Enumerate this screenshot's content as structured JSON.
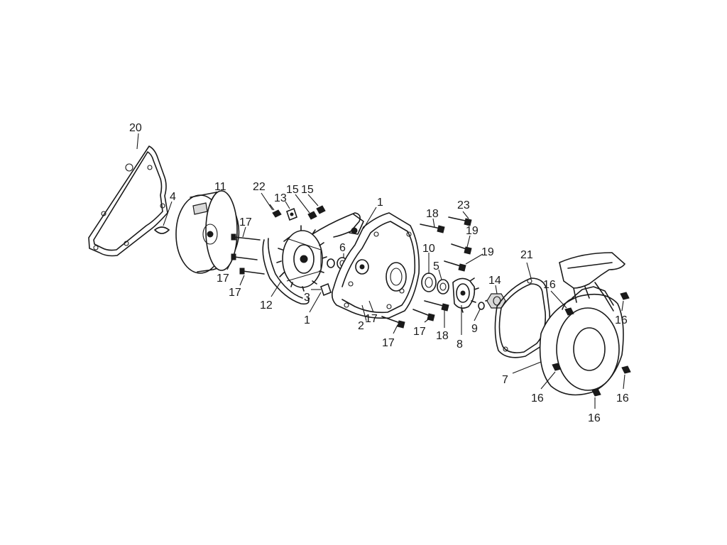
{
  "diagram": {
    "callouts": [
      {
        "id": "c20",
        "text": "20"
      },
      {
        "id": "c4",
        "text": "4"
      },
      {
        "id": "c11",
        "text": "11"
      },
      {
        "id": "c22",
        "text": "22"
      },
      {
        "id": "c13",
        "text": "13"
      },
      {
        "id": "c15a",
        "text": "15"
      },
      {
        "id": "c15b",
        "text": "15"
      },
      {
        "id": "c17a",
        "text": "17"
      },
      {
        "id": "c17b",
        "text": "17"
      },
      {
        "id": "c17c",
        "text": "17"
      },
      {
        "id": "c12",
        "text": "12"
      },
      {
        "id": "c3",
        "text": "3"
      },
      {
        "id": "c1a",
        "text": "1"
      },
      {
        "id": "c1b",
        "text": "1"
      },
      {
        "id": "c6",
        "text": "6"
      },
      {
        "id": "c2",
        "text": "2"
      },
      {
        "id": "c17d",
        "text": "17"
      },
      {
        "id": "c17e",
        "text": "17"
      },
      {
        "id": "c17f",
        "text": "17"
      },
      {
        "id": "c18a",
        "text": "18"
      },
      {
        "id": "c18b",
        "text": "18"
      },
      {
        "id": "c23",
        "text": "23"
      },
      {
        "id": "c19a",
        "text": "19"
      },
      {
        "id": "c19b",
        "text": "19"
      },
      {
        "id": "c10",
        "text": "10"
      },
      {
        "id": "c5",
        "text": "5"
      },
      {
        "id": "c8",
        "text": "8"
      },
      {
        "id": "c9",
        "text": "9"
      },
      {
        "id": "c14",
        "text": "14"
      },
      {
        "id": "c21",
        "text": "21"
      },
      {
        "id": "c7",
        "text": "7"
      },
      {
        "id": "c16a",
        "text": "16"
      },
      {
        "id": "c16b",
        "text": "16"
      },
      {
        "id": "c16c",
        "text": "16"
      },
      {
        "id": "c16d",
        "text": "16"
      },
      {
        "id": "c16e",
        "text": "16"
      }
    ]
  }
}
